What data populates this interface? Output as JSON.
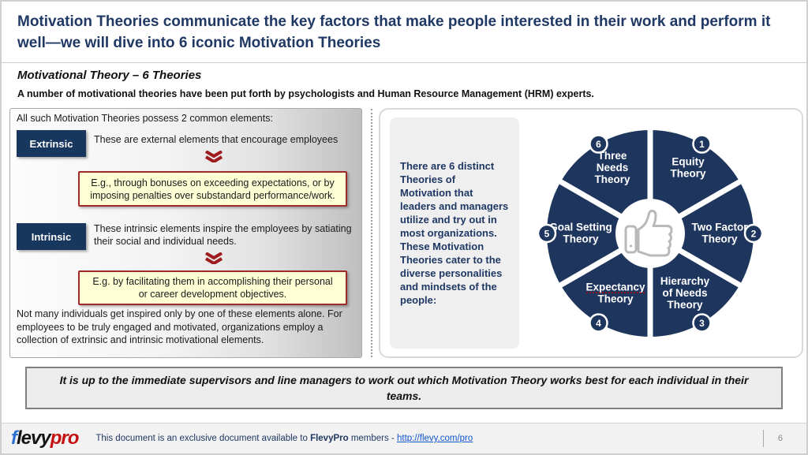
{
  "slide": {
    "title": "Motivation Theories communicate the key factors that make people interested in their work and perform it well—we will dive into 6 iconic Motivation Theories",
    "subtitle": "Motivational Theory – 6 Theories",
    "lead": "A number of motivational theories have been put forth by psychologists and Human Resource Management (HRM) experts.",
    "page_number": "6"
  },
  "left_panel": {
    "intro": "All such Motivation Theories possess 2 common elements:",
    "rows": [
      {
        "label": "Extrinsic",
        "description": "These are external elements that encourage employees",
        "example": "E.g., through bonuses on exceeding expectations, or by imposing penalties over substandard performance/work."
      },
      {
        "label": "Intrinsic",
        "description": "These intrinsic elements inspire the employees by satiating their social and individual needs.",
        "example": "E.g. by facilitating them in accomplishing their personal or career development objectives."
      }
    ],
    "conclusion": "Not many individuals get inspired only by one of these elements alone. For employees to be truly engaged and motivated, organizations employ a collection of extrinsic and intrinsic motivational elements."
  },
  "right_panel": {
    "intro": "There are 6 distinct Theories of Motivation that leaders and managers utilize and try out in most organizations.  These Motivation Theories cater to the diverse personalities and mindsets of the people:",
    "wheel": {
      "center_icon": "thumbs-up-icon",
      "segments": [
        {
          "number": "1",
          "label_lines": [
            "Equity",
            "Theory"
          ]
        },
        {
          "number": "2",
          "label_lines": [
            "Two Factor",
            "Theory"
          ]
        },
        {
          "number": "3",
          "label_lines": [
            "Hierarchy",
            "of Needs",
            "Theory"
          ]
        },
        {
          "number": "4",
          "label_lines": [
            "Expectancy",
            "Theory"
          ],
          "misspell_underline": true
        },
        {
          "number": "5",
          "label_lines": [
            "Goal Setting",
            "Theory"
          ]
        },
        {
          "number": "6",
          "label_lines": [
            "Three",
            "Needs",
            "Theory"
          ]
        }
      ],
      "colors": {
        "segment": "#1E355E",
        "badge": "#1E355E",
        "label_text": "#FFFFFF",
        "gap": "#FFFFFF",
        "icon_stroke": "#b9b9b9",
        "misspell": "#C00000"
      }
    }
  },
  "takeaway": "It is up to the immediate supervisors and line managers to work out which Motivation Theory works best for each individual in their teams.",
  "accents": {
    "chevron_red": "#9E1B1F",
    "navy": "#1F3864"
  },
  "footer": {
    "logo_part1": "f",
    "logo_part2": "levy",
    "logo_part3": "pro",
    "text_prefix": "This document is an exclusive document available to ",
    "brand": "FlevyPro",
    "text_suffix": " members - ",
    "link": "http://flevy.com/pro"
  }
}
